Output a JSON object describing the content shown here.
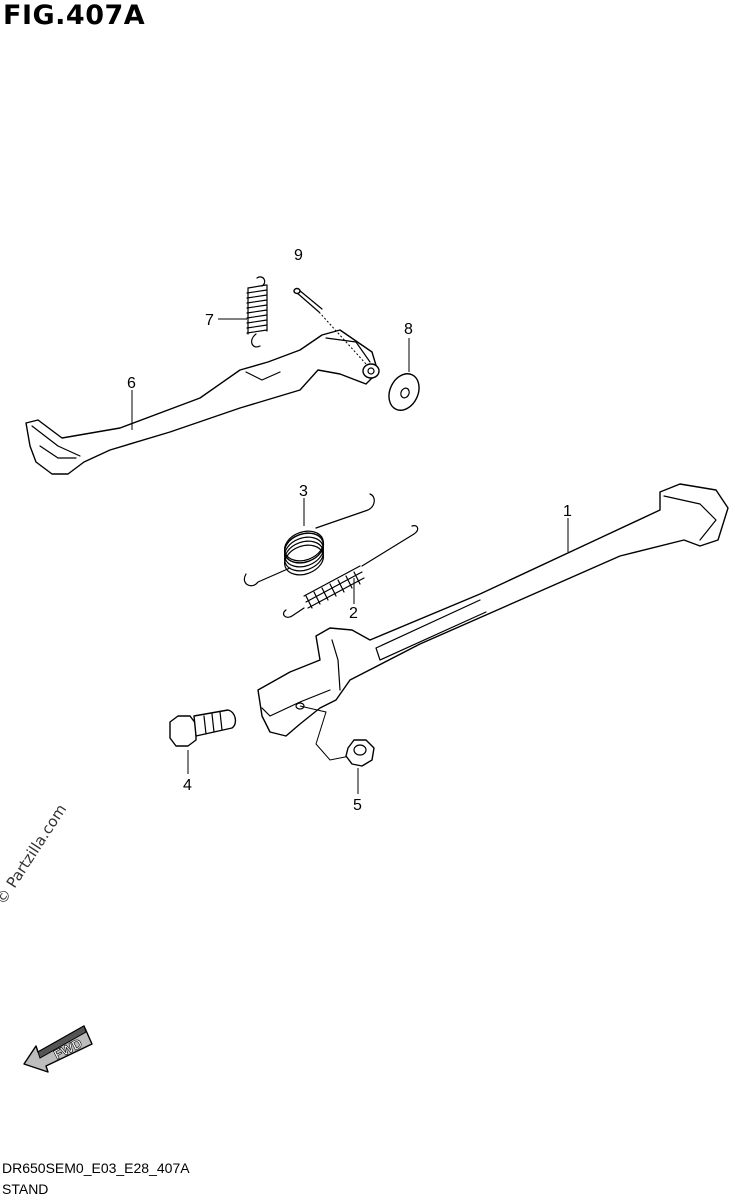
{
  "figure": {
    "title": "FIG.407A",
    "drawing_code": "DR650SEM0_E03_E28_407A",
    "caption": "STAND",
    "watermark": "© Partzilla.com",
    "fwd_label": "FWD"
  },
  "callouts": [
    {
      "id": "1",
      "text": "1"
    },
    {
      "id": "2",
      "text": "2"
    },
    {
      "id": "3",
      "text": "3"
    },
    {
      "id": "4",
      "text": "4"
    },
    {
      "id": "5",
      "text": "5"
    },
    {
      "id": "6",
      "text": "6"
    },
    {
      "id": "7",
      "text": "7"
    },
    {
      "id": "8",
      "text": "8"
    },
    {
      "id": "9",
      "text": "9"
    }
  ],
  "parts_icons": [
    "side-stand-bar",
    "stand-spring-outer",
    "stand-spring-inner",
    "stand-bolt",
    "stand-nut",
    "stand-arm",
    "arm-spring",
    "washer",
    "cotter-pin",
    "fwd-arrow-icon"
  ]
}
